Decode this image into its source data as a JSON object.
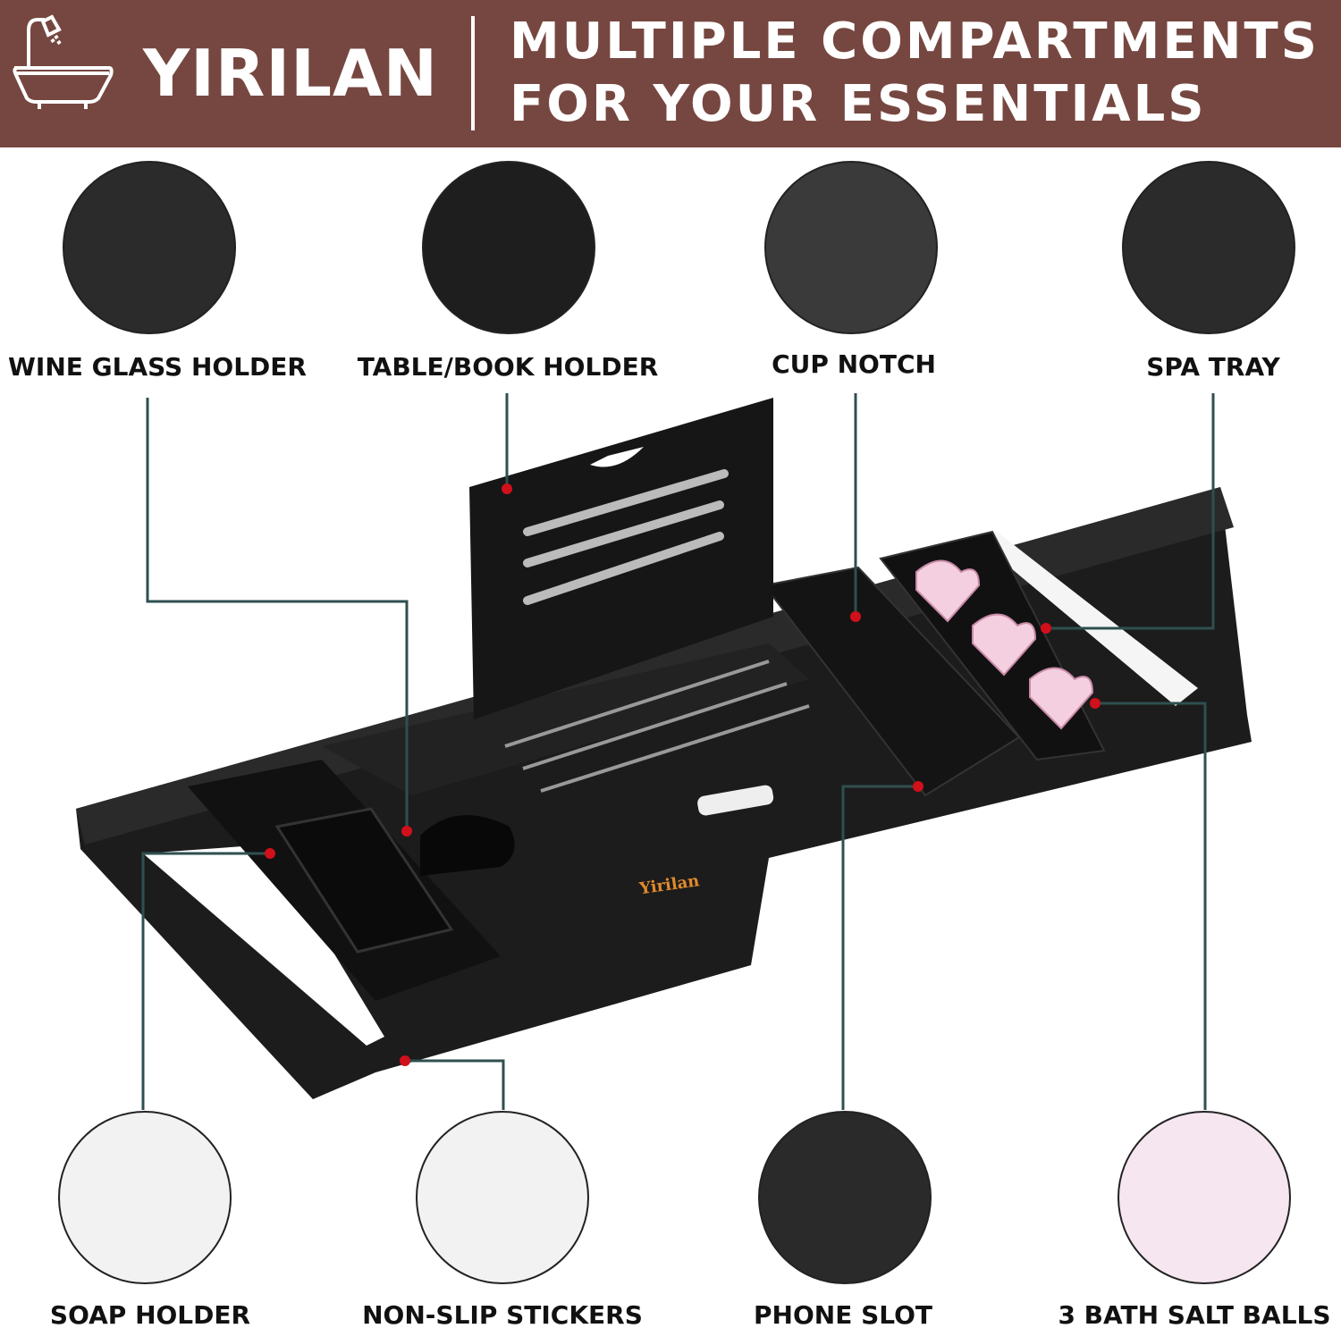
{
  "header": {
    "brand": "YIRILAN",
    "headline_line1": "MULTIPLE COMPARTMENTS",
    "headline_line2": "FOR YOUR ESSENTIALS"
  },
  "product_logo": "Yirilan",
  "features_top": [
    {
      "label": "WINE GLASS HOLDER"
    },
    {
      "label": "TABLE/BOOK HOLDER"
    },
    {
      "label": "CUP NOTCH"
    },
    {
      "label": "SPA TRAY"
    }
  ],
  "features_bottom": [
    {
      "label": "SOAP HOLDER"
    },
    {
      "label": "NON-SLIP STICKERS"
    },
    {
      "label": "PHONE SLOT"
    },
    {
      "label": "3 BATH SALT BALLS"
    }
  ],
  "colors": {
    "header": "#764740",
    "leader": "#2f4f4f",
    "dot": "#d0101a",
    "tray": "#1a1a1a"
  }
}
